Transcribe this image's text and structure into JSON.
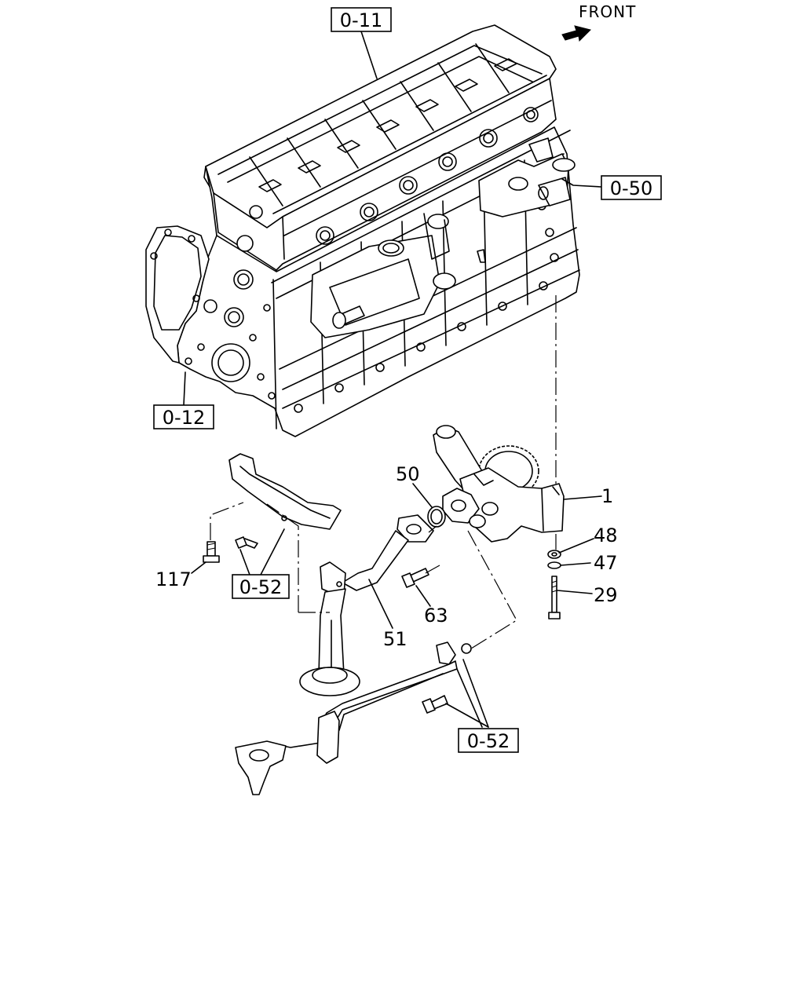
{
  "front_label": "FRONT",
  "refs": {
    "cylinder_head": "0-11",
    "water_pump": "0-50",
    "timing_case": "0-12",
    "fasteners_upper": "0-52",
    "fasteners_lower": "0-52"
  },
  "parts": {
    "oil_pump": "1",
    "washer_48": "48",
    "washer_47": "47",
    "bolt_29": "29",
    "o_ring_50": "50",
    "oil_strainer_51": "51",
    "bolt_63": "63",
    "bolt_117": "117"
  }
}
